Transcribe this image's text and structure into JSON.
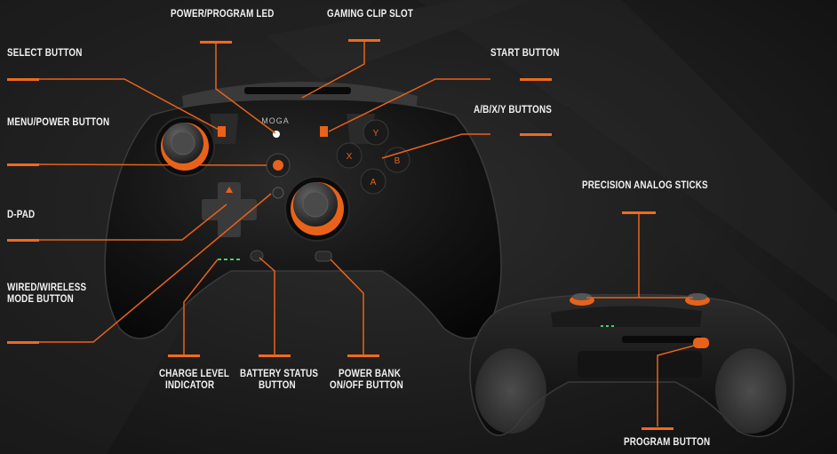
{
  "labels": {
    "power_program_led": "POWER/PROGRAM LED",
    "gaming_clip_slot": "GAMING CLIP SLOT",
    "select_button": "SELECT BUTTON",
    "start_button": "START BUTTON",
    "menu_power_button": "MENU/POWER BUTTON",
    "abxy_buttons": "A/B/X/Y BUTTONS",
    "d_pad": "D-PAD",
    "precision_analog_sticks": "PRECISION ANALOG STICKS",
    "wired_wireless_1": "WIRED/WIRELESS",
    "wired_wireless_2": "MODE BUTTON",
    "charge_level_1": "CHARGE LEVEL",
    "charge_level_2": "INDICATOR",
    "battery_status_1": "BATTERY STATUS",
    "battery_status_2": "BUTTON",
    "power_bank_1": "POWER BANK",
    "power_bank_2": "ON/OFF BUTTON",
    "program_button": "PROGRAM BUTTON"
  },
  "brand": {
    "logo_text": "MOGA"
  },
  "colors": {
    "accent": "#f06a1d",
    "leader": "#e8621a",
    "controller": "#0e0e0e"
  }
}
